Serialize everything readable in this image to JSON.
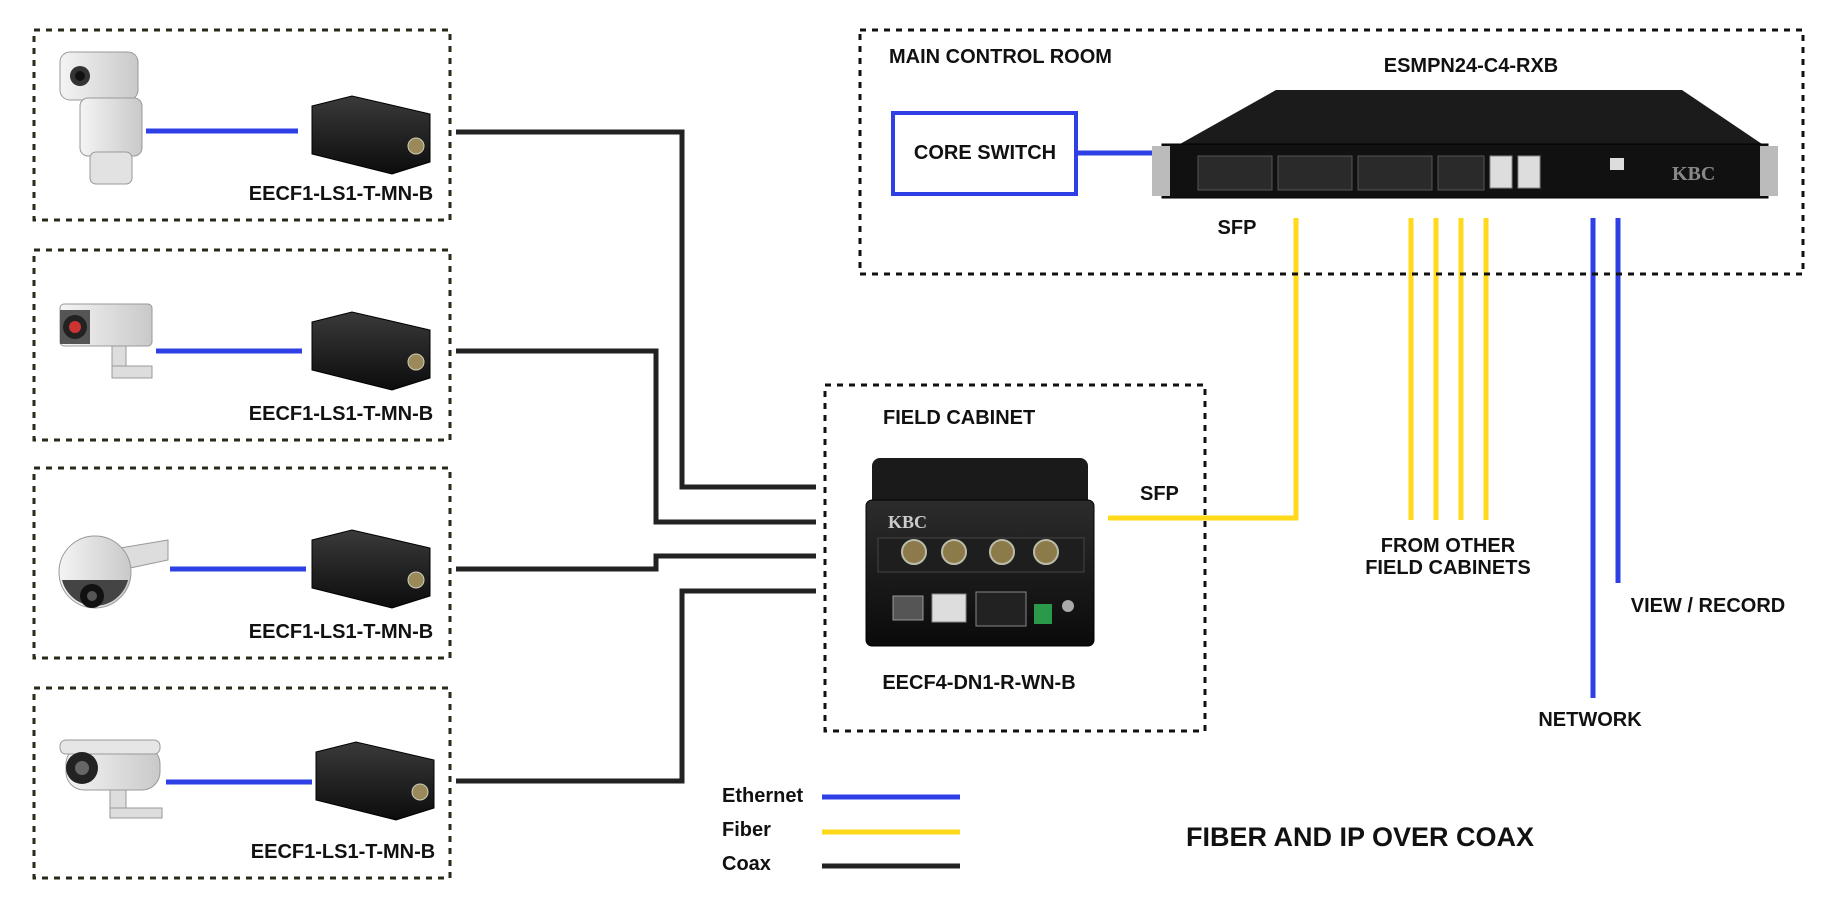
{
  "colors": {
    "ethernet": "#2f3fe6",
    "fiber": "#ffd91a",
    "coax": "#222222",
    "box_border": "#2b2a1a"
  },
  "edge_devices": [
    {
      "camera": "pan-tilt-camera",
      "encoder_label": "EECF1-LS1-T-MN-B"
    },
    {
      "camera": "box-camera",
      "encoder_label": "EECF1-LS1-T-MN-B"
    },
    {
      "camera": "dome-camera",
      "encoder_label": "EECF1-LS1-T-MN-B"
    },
    {
      "camera": "bullet-camera",
      "encoder_label": "EECF1-LS1-T-MN-B"
    }
  ],
  "field_cabinet": {
    "title": "FIELD CABINET",
    "device_label": "EECF4-DN1-R-WN-B",
    "sfp_label": "SFP",
    "device_brand": "KBC"
  },
  "control_room": {
    "title": "MAIN CONTROL ROOM",
    "switch_model": "ESMPN24-C4-RXB",
    "core_switch_label": "CORE SWITCH",
    "sfp_label": "SFP",
    "switch_brand": "KBC"
  },
  "other_cabinets_label_1": "FROM OTHER",
  "other_cabinets_label_2": "FIELD CABINETS",
  "view_record_label": "VIEW / RECORD",
  "network_label": "NETWORK",
  "legend": [
    {
      "label": "Ethernet",
      "type": "ethernet"
    },
    {
      "label": "Fiber",
      "type": "fiber"
    },
    {
      "label": "Coax",
      "type": "coax"
    }
  ],
  "diagram_title": "FIBER AND IP OVER COAX"
}
